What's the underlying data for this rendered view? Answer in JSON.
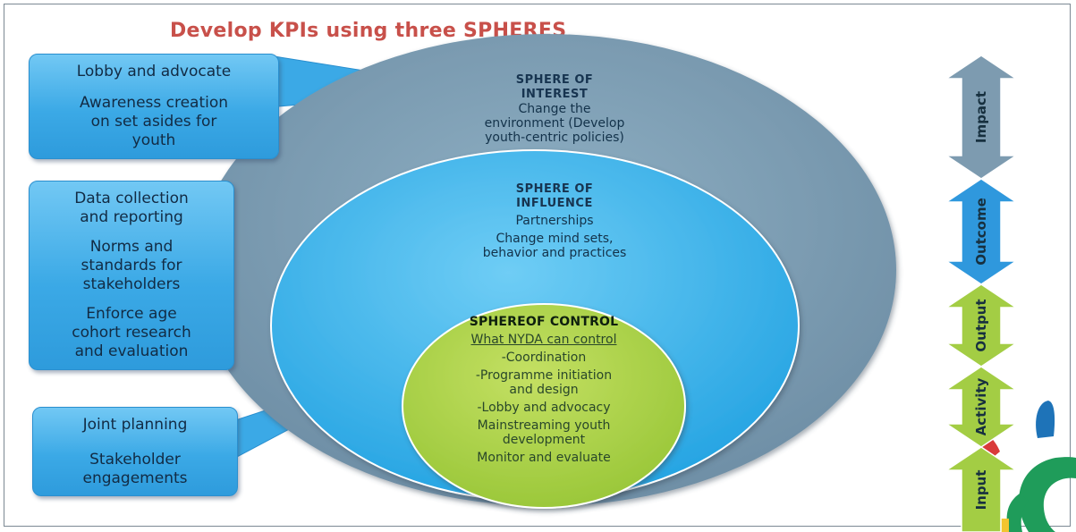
{
  "title": "Develop KPIs using three SPHERES",
  "spheres": {
    "interest": {
      "heading": "SPHERE OF\nINTEREST",
      "text": "Change the\nenvironment (Develop\nyouth-centric policies)"
    },
    "influence": {
      "heading": "SPHERE OF\nINFLUENCE",
      "text1": "Partnerships",
      "text2": "Change mind sets,\nbehavior and practices"
    },
    "control": {
      "heading": "SPHEREOF CONTROL",
      "subheading": "What NYDA can control",
      "items": [
        "-Coordination",
        "-Programme initiation\nand design",
        "-Lobby and advocacy",
        "Mainstreaming youth\ndevelopment",
        "Monitor and evaluate"
      ]
    }
  },
  "callouts": [
    {
      "items": [
        "Lobby and advocate",
        "Awareness creation\non set asides for\nyouth"
      ]
    },
    {
      "items": [
        "Data collection\nand reporting",
        "Norms and\nstandards for\nstakeholders",
        "Enforce age\ncohort research\nand evaluation"
      ]
    },
    {
      "items": [
        "Joint planning",
        "Stakeholder\nengagements"
      ]
    }
  ],
  "results_chain": [
    "Impact",
    "Outcome",
    "Output",
    "Activity",
    "Input"
  ],
  "colors": {
    "title": "#c8504a",
    "interest": "#7d9bb0",
    "influence": "#3ab2ea",
    "control": "#a6cf3f",
    "callout": "#3ba9e6",
    "impact_arrow": "#7d9bb0",
    "outcome_arrow": "#2f98dd",
    "output_arrow": "#a3cd44",
    "activity_arrow": "#a3cd44",
    "input_arrow": "#a3cd44"
  }
}
